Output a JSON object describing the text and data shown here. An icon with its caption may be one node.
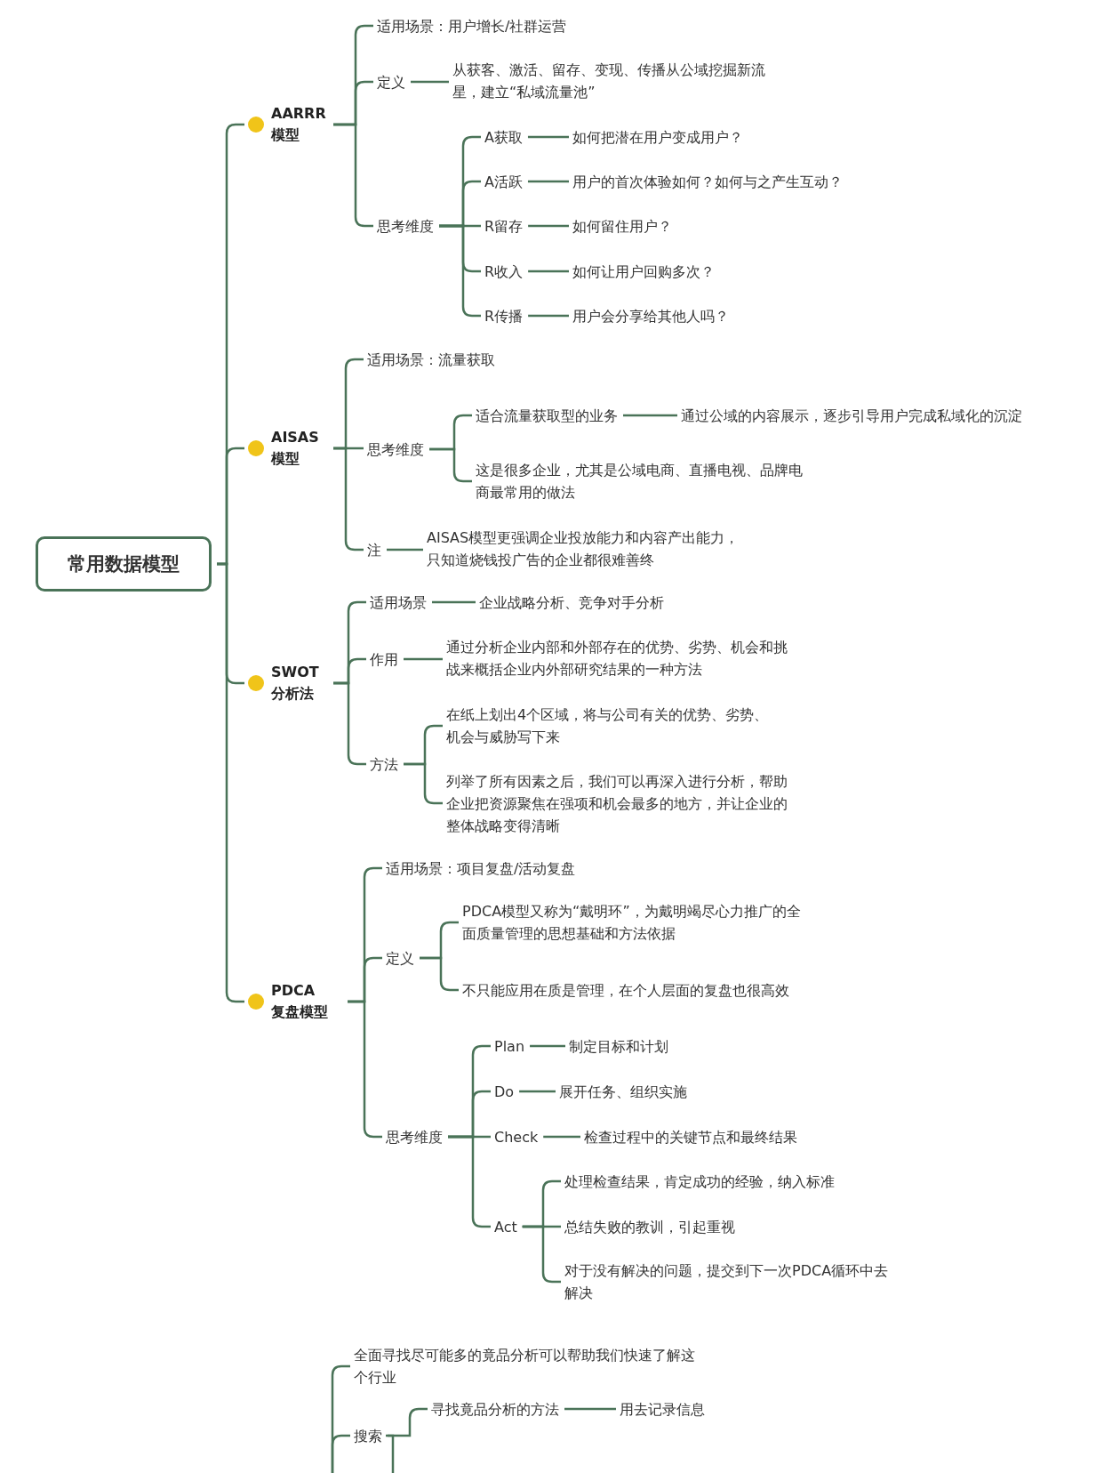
{
  "diagram": {
    "nodes": [
      {
        "text": [
          "常用数据模型"
        ]
      },
      {
        "text": [
          "AARRR 模型"
        ]
      },
      {
        "text": [
          "适用场景：用户增长/社群运营"
        ]
      },
      {
        "text": [
          "定义"
        ]
      },
      {
        "text": [
          "从获客、激活、留存、变现、传播从公域挖掘新流星，建立“私域流量池”"
        ]
      },
      {
        "text": [
          "思考维度"
        ]
      },
      {
        "text": [
          "A获取"
        ]
      },
      {
        "text": [
          "如何把潜在用户变成用户？"
        ]
      },
      {
        "text": [
          "A活跃"
        ]
      },
      {
        "text": [
          "用户的首次体验如何？如何与之产生互动？"
        ]
      },
      {
        "text": [
          "R留存"
        ]
      },
      {
        "text": [
          "如何留住用户？"
        ]
      },
      {
        "text": [
          "R收入"
        ]
      },
      {
        "text": [
          "如何让用户回购多次？"
        ]
      },
      {
        "text": [
          "R传播"
        ]
      },
      {
        "text": [
          "用户会分享给其他人吗？"
        ]
      },
      {
        "text": [
          "AISAS 模型"
        ]
      },
      {
        "text": [
          "适用场景：流量获取"
        ]
      },
      {
        "text": [
          "思考维度"
        ]
      },
      {
        "text": [
          "适合流量获取型的业务"
        ]
      },
      {
        "text": [
          "通过公域的内容展示，逐步引导用户完成私域化的沉淀"
        ]
      },
      {
        "text": [
          "这是很多企业，尤其是公域电商、直播电视、品牌电商最常用的做法"
        ]
      },
      {
        "text": [
          "注"
        ]
      },
      {
        "text": [
          "AISAS模型更强调企业投放能力和内容产出能力，只知道烧钱投广告的企业都很难善终"
        ]
      },
      {
        "text": [
          "SWOT 分析法"
        ]
      },
      {
        "text": [
          "适用场景"
        ]
      },
      {
        "text": [
          "企业战略分析、竞争对手分析"
        ]
      },
      {
        "text": [
          "作用"
        ]
      },
      {
        "text": [
          "通过分析企业内部和外部存在的优势、劣势、机会和挑战来概括企业内外部研究结果的一种方法"
        ]
      },
      {
        "text": [
          "方法"
        ]
      },
      {
        "text": [
          "在纸上划出4个区域，将与公司有关的优势、劣势、机会与威胁写下来"
        ]
      },
      {
        "text": [
          "列举了所有因素之后，我们可以再深入进行分析，帮助企业把资源聚焦在强项和机会最多的地方，并让企业的整体战略变得清晰"
        ]
      },
      {
        "text": [
          "PDCA 复盘模型"
        ]
      },
      {
        "text": [
          "适用场景：项目复盘/活动复盘"
        ]
      },
      {
        "text": [
          "定义"
        ]
      },
      {
        "text": [
          "PDCA模型又称为“戴明环”，为戴明竭尽心力推广的全面质量管理的思想基础和方法依据"
        ]
      },
      {
        "text": [
          "不只能应用在质是管理，在个人层面的复盘也很高效"
        ]
      },
      {
        "text": [
          "思考维度"
        ]
      },
      {
        "text": [
          "Plan"
        ]
      },
      {
        "text": [
          "制定目标和计划"
        ]
      },
      {
        "text": [
          "Do"
        ]
      },
      {
        "text": [
          "展开任务、组织实施"
        ]
      },
      {
        "text": [
          "Check"
        ]
      },
      {
        "text": [
          "检查过程中的关键节点和最终结果"
        ]
      },
      {
        "text": [
          "Act"
        ]
      },
      {
        "text": [
          "处理检查结果，肯定成功的经验，纳入标准"
        ]
      },
      {
        "text": [
          "总结失败的教训，引起重视"
        ]
      },
      {
        "text": [
          "对于没有解决的问题，提交到下一次PDCA循环中去解决"
        ]
      },
      {
        "text": [
          "全面寻找尽可能多的竟品分析可以帮助我们快速了解这个行业"
        ]
      },
      {
        "text": [
          "搜索"
        ]
      },
      {
        "text": [
          "寻找竟品分析的方法"
        ]
      },
      {
        "text": [
          "用去记录信息"
        ]
      }
    ],
    "edges": [
      {
        "from": 0,
        "to": 1,
        "arrow": "none"
      },
      {
        "from": 0,
        "to": 16,
        "arrow": "none"
      },
      {
        "from": 0,
        "to": 24,
        "arrow": "none"
      },
      {
        "from": 0,
        "to": 32,
        "arrow": "none"
      },
      {
        "from": 1,
        "to": 2,
        "arrow": "none"
      },
      {
        "from": 1,
        "to": 3,
        "arrow": "none"
      },
      {
        "from": 1,
        "to": 5,
        "arrow": "none"
      },
      {
        "from": 3,
        "to": 4,
        "arrow": "none"
      },
      {
        "from": 5,
        "to": 6,
        "arrow": "none"
      },
      {
        "from": 5,
        "to": 8,
        "arrow": "none"
      },
      {
        "from": 5,
        "to": 10,
        "arrow": "none"
      },
      {
        "from": 5,
        "to": 12,
        "arrow": "none"
      },
      {
        "from": 5,
        "to": 14,
        "arrow": "none"
      },
      {
        "from": 6,
        "to": 7,
        "arrow": "none"
      },
      {
        "from": 8,
        "to": 9,
        "arrow": "none"
      },
      {
        "from": 10,
        "to": 11,
        "arrow": "none"
      },
      {
        "from": 12,
        "to": 13,
        "arrow": "none"
      },
      {
        "from": 14,
        "to": 15,
        "arrow": "none"
      },
      {
        "from": 16,
        "to": 17,
        "arrow": "none"
      },
      {
        "from": 16,
        "to": 18,
        "arrow": "none"
      },
      {
        "from": 16,
        "to": 22,
        "arrow": "none"
      },
      {
        "from": 18,
        "to": 19,
        "arrow": "none"
      },
      {
        "from": 18,
        "to": 21,
        "arrow": "none"
      },
      {
        "from": 19,
        "to": 20,
        "arrow": "none"
      },
      {
        "from": 22,
        "to": 23,
        "arrow": "none"
      },
      {
        "from": 24,
        "to": 25,
        "arrow": "none"
      },
      {
        "from": 24,
        "to": 27,
        "arrow": "none"
      },
      {
        "from": 24,
        "to": 29,
        "arrow": "none"
      },
      {
        "from": 25,
        "to": 26,
        "arrow": "none"
      },
      {
        "from": 27,
        "to": 28,
        "arrow": "none"
      },
      {
        "from": 29,
        "to": 30,
        "arrow": "none"
      },
      {
        "from": 29,
        "to": 31,
        "arrow": "none"
      },
      {
        "from": 32,
        "to": 33,
        "arrow": "none"
      },
      {
        "from": 32,
        "to": 34,
        "arrow": "none"
      },
      {
        "from": 32,
        "to": 37,
        "arrow": "none"
      },
      {
        "from": 34,
        "to": 35,
        "arrow": "none"
      },
      {
        "from": 34,
        "to": 36,
        "arrow": "none"
      },
      {
        "from": 37,
        "to": 38,
        "arrow": "none"
      },
      {
        "from": 37,
        "to": 40,
        "arrow": "none"
      },
      {
        "from": 37,
        "to": 42,
        "arrow": "none"
      },
      {
        "from": 37,
        "to": 44,
        "arrow": "none"
      },
      {
        "from": 38,
        "to": 39,
        "arrow": "none"
      },
      {
        "from": 40,
        "to": 41,
        "arrow": "none"
      },
      {
        "from": 42,
        "to": 43,
        "arrow": "none"
      },
      {
        "from": 44,
        "to": 45,
        "arrow": "none"
      },
      {
        "from": 44,
        "to": 46,
        "arrow": "none"
      },
      {
        "from": 44,
        "to": 47,
        "arrow": "none"
      },
      {
        "from": null,
        "to": 48,
        "arrow": "none"
      },
      {
        "from": null,
        "to": 49,
        "arrow": "none"
      },
      {
        "from": 49,
        "to": 50,
        "arrow": "none"
      },
      {
        "from": 49,
        "to": null,
        "arrow": "none"
      },
      {
        "from": 50,
        "to": 51,
        "arrow": "none"
      }
    ]
  }
}
